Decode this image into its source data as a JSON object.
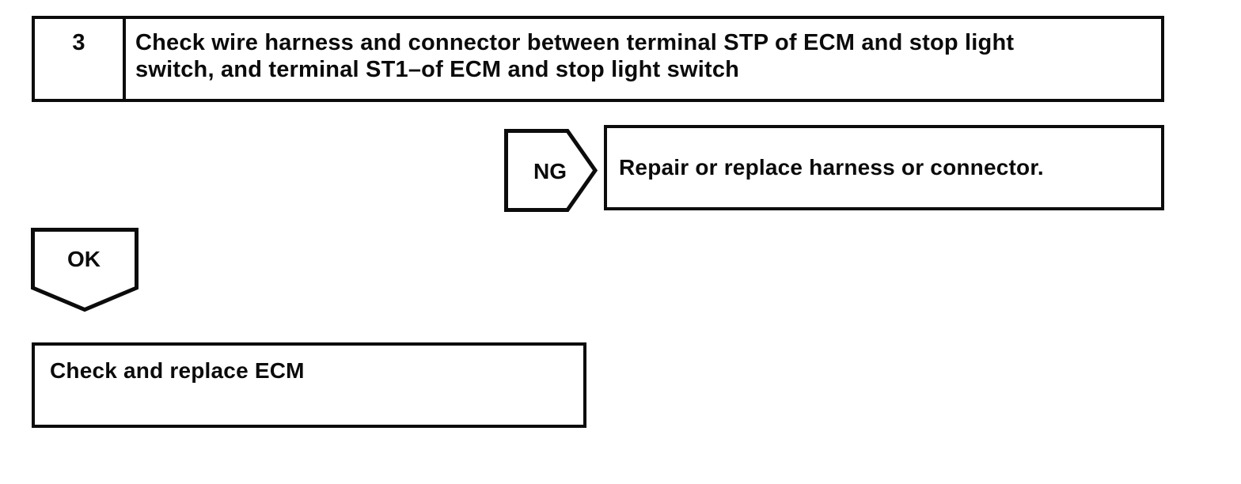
{
  "page": {
    "background_color": "#ffffff",
    "ink_color": "#0b0b0b"
  },
  "flowchart": {
    "step_box": {
      "number": "3",
      "instruction_lines": [
        "Check wire harness and connector between terminal STP of ECM and stop light",
        "switch, and terminal ST1–of ECM and stop light switch"
      ]
    },
    "ng_branch": {
      "connector_label": "NG",
      "action": "Repair or replace harness or connector."
    },
    "ok_branch": {
      "connector_label": "OK",
      "action": "Check and replace ECM"
    }
  }
}
